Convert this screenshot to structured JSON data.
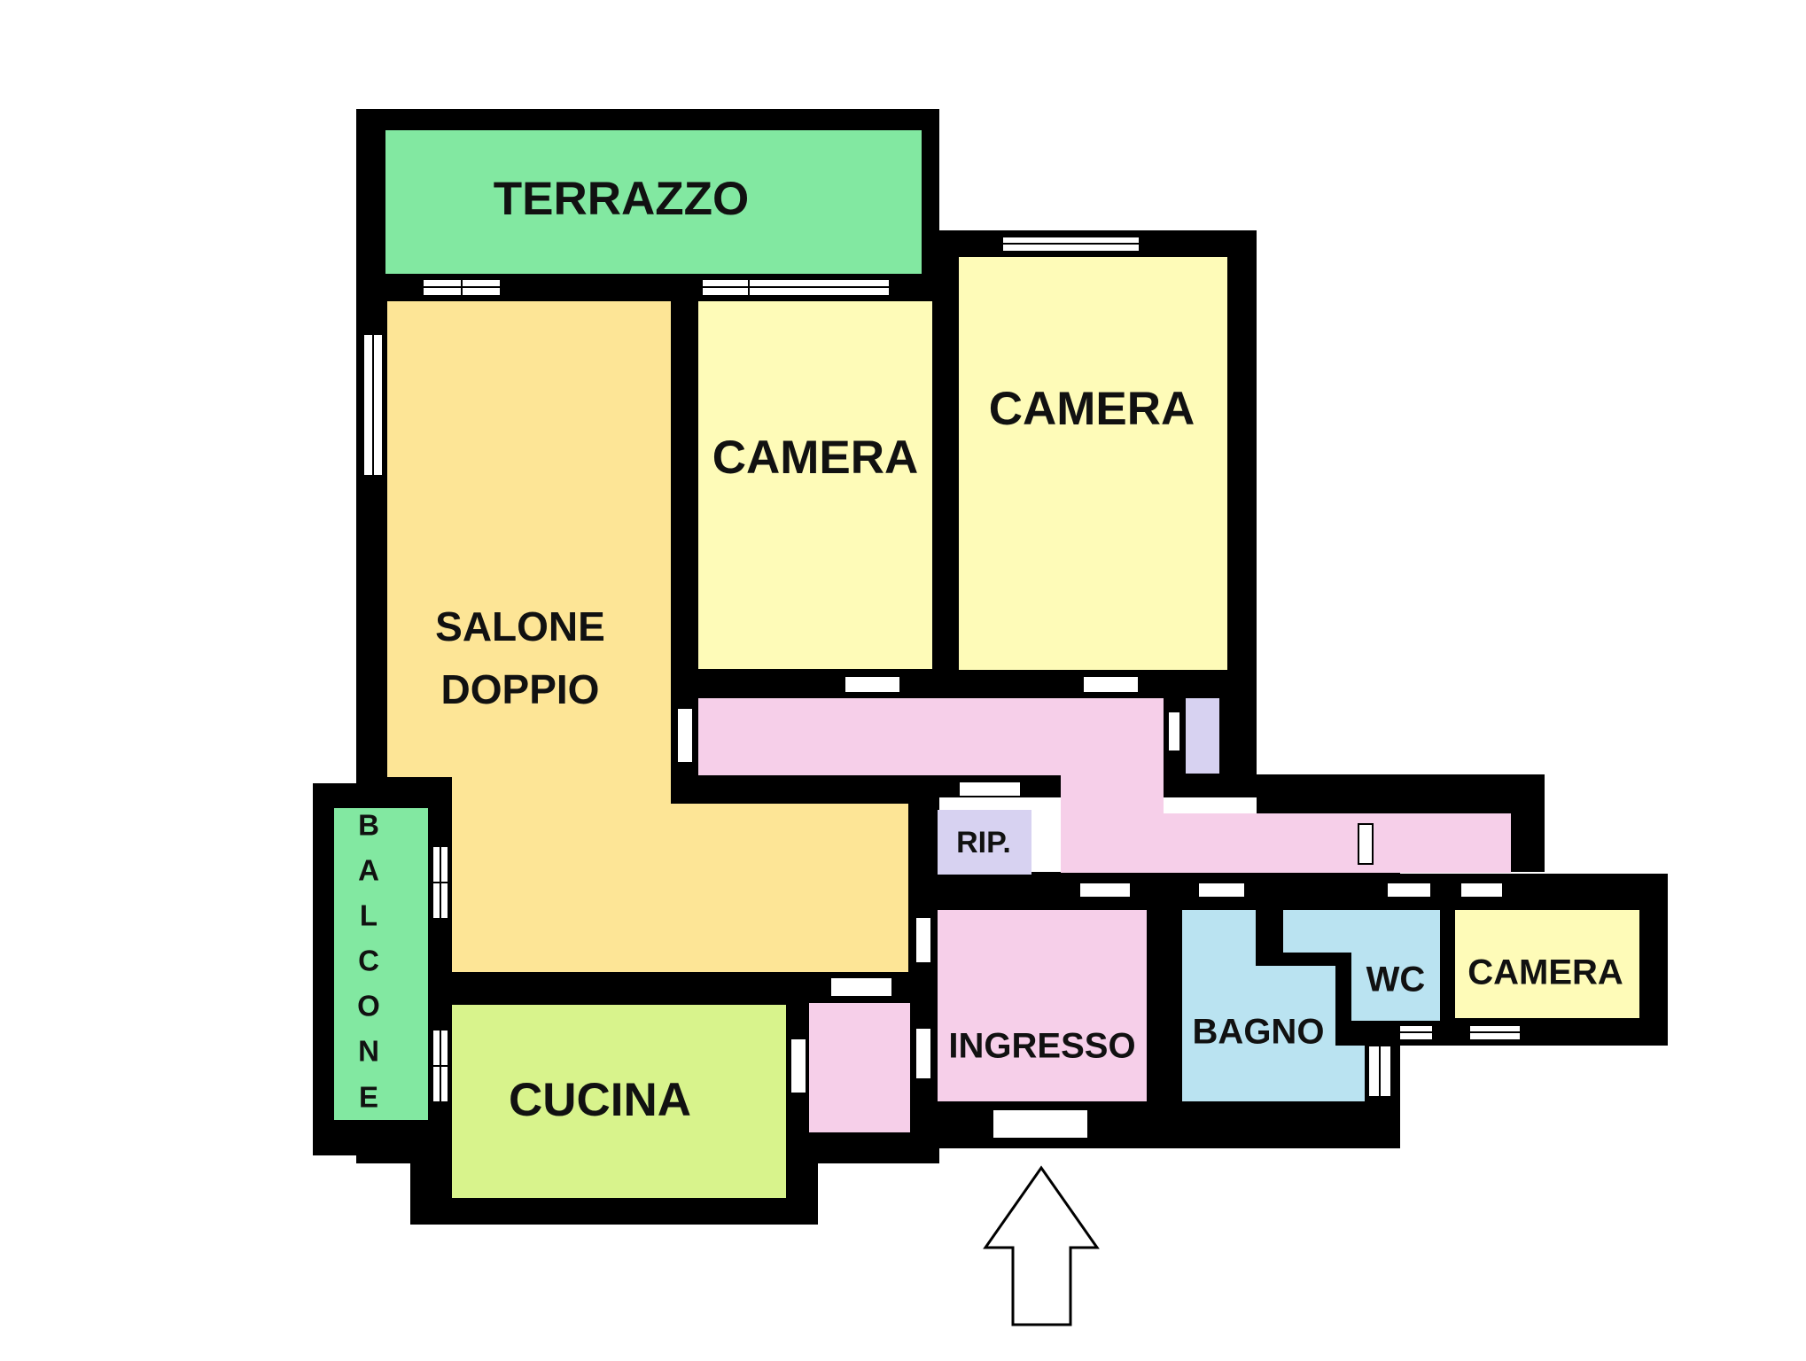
{
  "colors": {
    "wall": "#000000",
    "terrace": "#82e8a1",
    "living": "#fde596",
    "bedroom": "#fefbb8",
    "hallway": "#f6cfe9",
    "storage": "#d7d2f1",
    "bathroom": "#bae3f1",
    "kitchen": "#d8f38c",
    "window": "#ffffff"
  },
  "rooms": {
    "terrazzo": "TERRAZZO",
    "camera_1": "CAMERA",
    "camera_2": "CAMERA",
    "salone_line1": "SALONE",
    "salone_line2": "DOPPIO",
    "balcone_letters": [
      "B",
      "A",
      "L",
      "C",
      "O",
      "N",
      "E"
    ],
    "ripostiglio": "RIP.",
    "ingresso": "INGRESSO",
    "bagno": "BAGNO",
    "wc": "WC",
    "camera_3": "CAMERA",
    "cucina": "CUCINA"
  },
  "icons": {
    "entrance": "entrance-arrow-icon"
  }
}
